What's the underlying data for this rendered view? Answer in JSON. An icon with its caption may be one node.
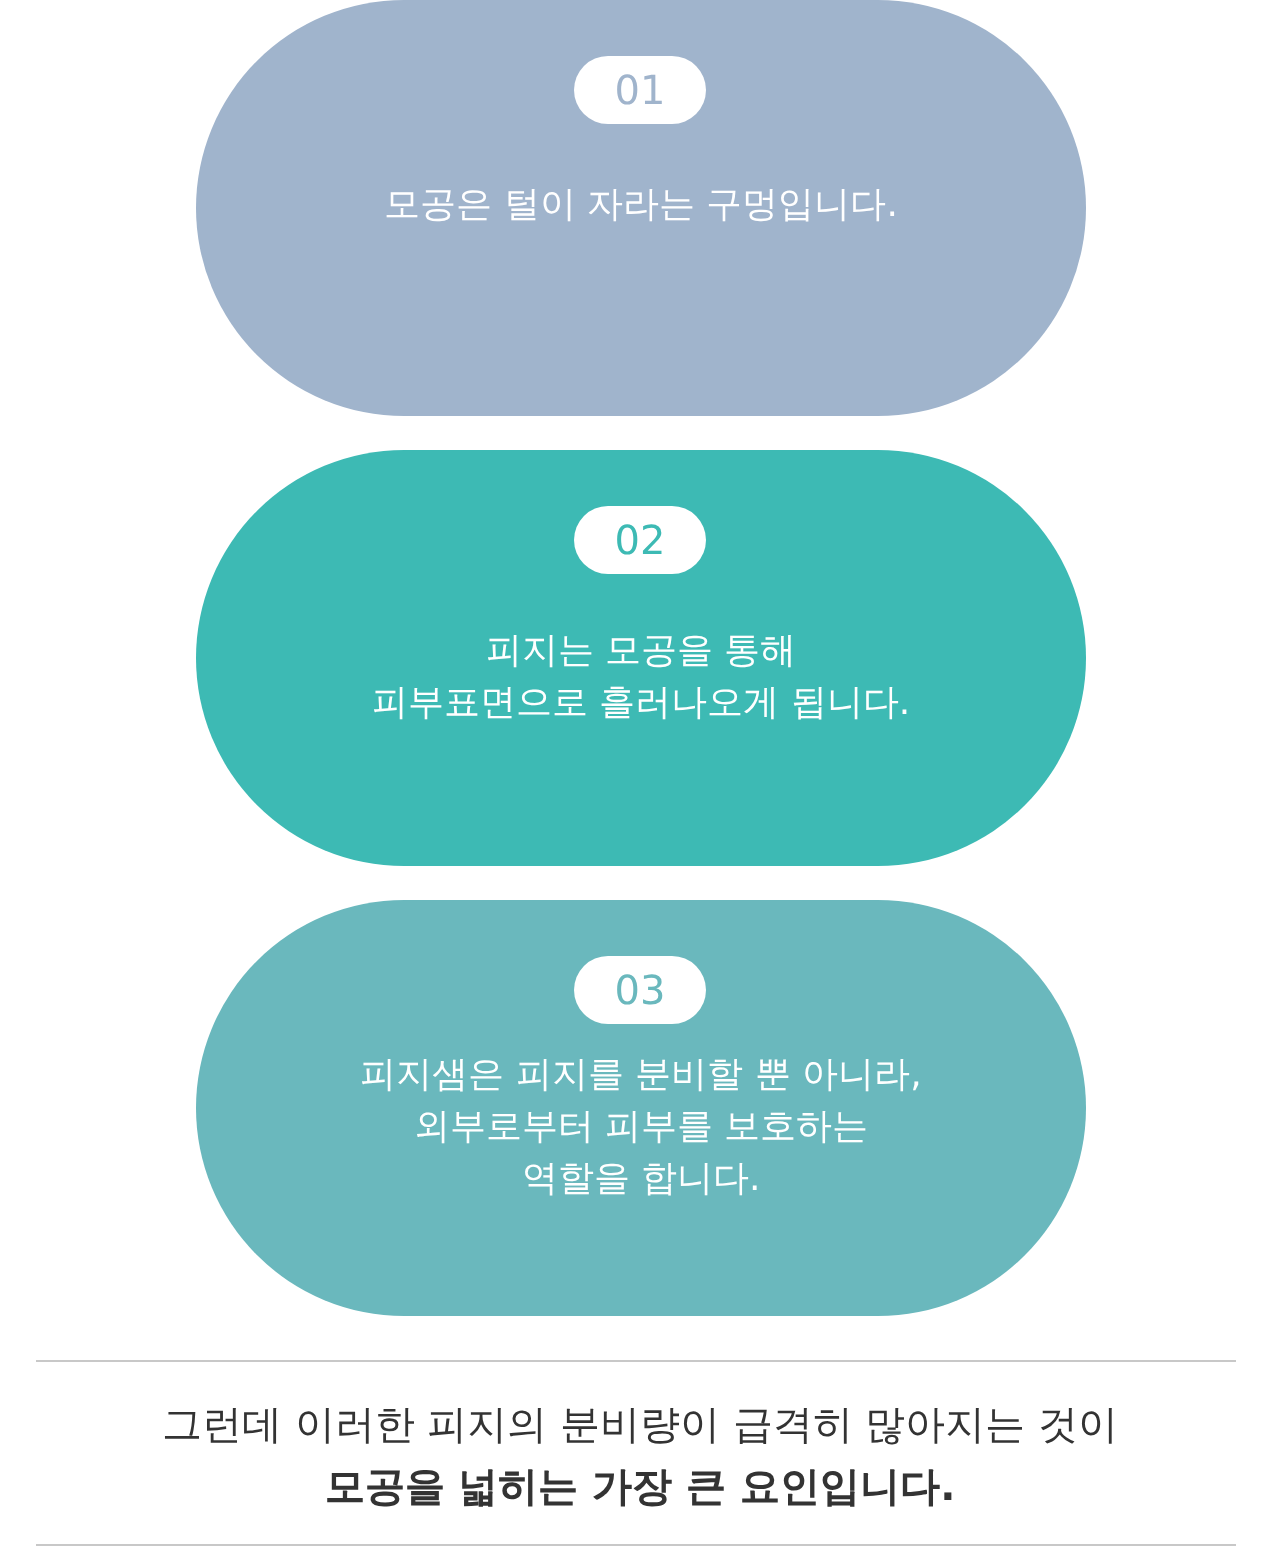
{
  "diagram": {
    "nodes": [
      {
        "text": [
          "01",
          "모공은 털이 자라는 구멍입니다."
        ]
      },
      {
        "text": [
          "02",
          "피지는 모공을 통해 피부표면으로 흘러나오게 됩니다."
        ]
      },
      {
        "text": [
          "03",
          "피지샘은 피지를 분비할 뿐 아니라, 외부로부터 피부를 보호하는 역할을 합니다."
        ]
      }
    ],
    "labels": [
      "그런데 이러한 피지의 분비량이 급격히 많아지는 것이",
      "모공을 넓히는 가장 큰 요인입니다."
    ]
  }
}
